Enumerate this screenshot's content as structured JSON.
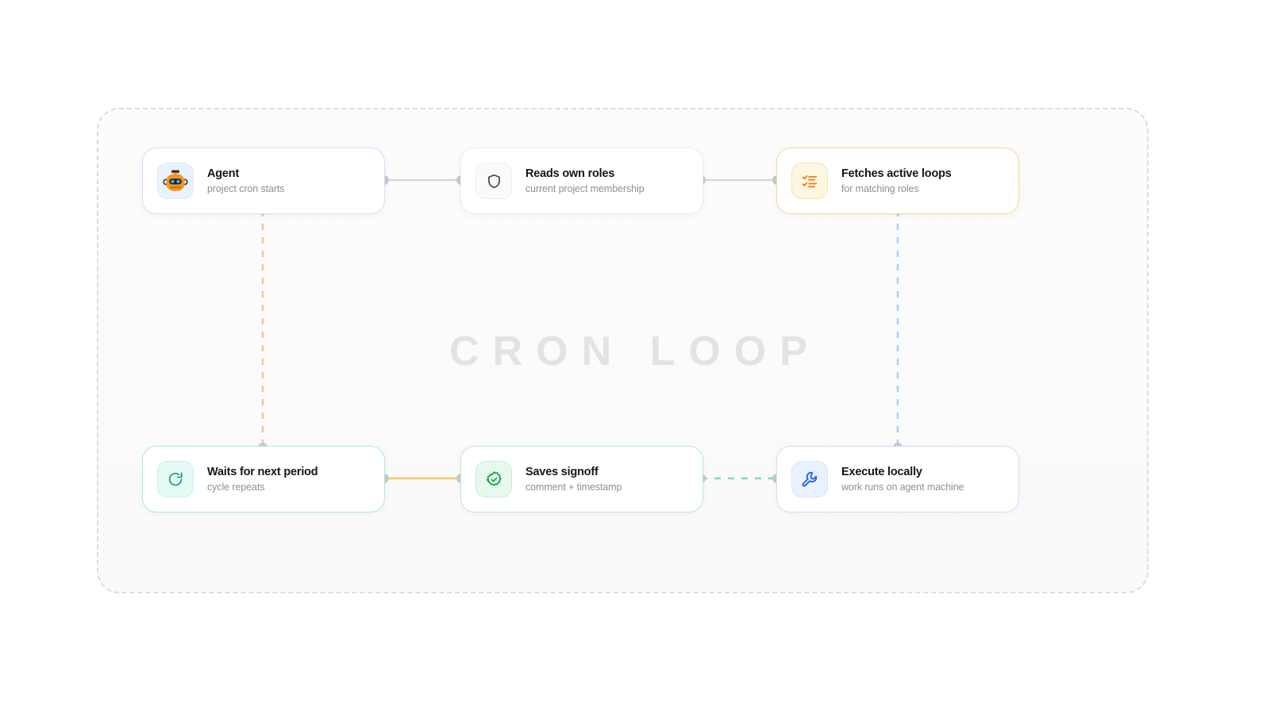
{
  "diagram": {
    "watermark": "CRON LOOP",
    "colors": {
      "blue": "#3b82f6",
      "yellow": "#f5b436",
      "teal": "#14b8a6",
      "green": "#22c55e",
      "gray": "#c9cace",
      "orange": "#f59e0b",
      "watermark_text": "#e2e3e5",
      "frame_border": "#dcdcdc"
    },
    "nodes": [
      {
        "id": "agent",
        "title": "Agent",
        "subtitle": "project cron starts",
        "icon": "robot-icon",
        "tone": "blue",
        "position": "top-left"
      },
      {
        "id": "reads-own-roles",
        "title": "Reads own roles",
        "subtitle": "current project membership",
        "icon": "shield-icon",
        "tone": "gray",
        "position": "top-center"
      },
      {
        "id": "fetches-active-loops",
        "title": "Fetches active loops",
        "subtitle": "for matching roles",
        "icon": "checklist-icon",
        "tone": "yellow",
        "position": "top-right"
      },
      {
        "id": "waits-for-next-period",
        "title": "Waits for next period",
        "subtitle": "cycle repeats",
        "icon": "refresh-icon",
        "tone": "teal",
        "position": "bottom-left"
      },
      {
        "id": "saves-signoff",
        "title": "Saves signoff",
        "subtitle": "comment + timestamp",
        "icon": "badge-check-icon",
        "tone": "green",
        "position": "bottom-center"
      },
      {
        "id": "execute-locally",
        "title": "Execute locally",
        "subtitle": "work runs on agent machine",
        "icon": "wrench-icon",
        "tone": "blue2",
        "position": "bottom-right"
      }
    ],
    "connectors": [
      {
        "id": "agent-to-reads",
        "from": "agent",
        "to": "reads-own-roles",
        "style": "solid",
        "color": "#c9cace",
        "orientation": "horizontal"
      },
      {
        "id": "reads-to-fetches",
        "from": "reads-own-roles",
        "to": "fetches-active-loops",
        "style": "solid",
        "color": "#c9cace",
        "orientation": "horizontal"
      },
      {
        "id": "fetches-to-execute",
        "from": "fetches-active-loops",
        "to": "execute-locally",
        "style": "dashed",
        "color": "#a9cdf5",
        "orientation": "vertical"
      },
      {
        "id": "execute-to-saves",
        "from": "execute-locally",
        "to": "saves-signoff",
        "style": "dashed",
        "color": "#7ed9b4",
        "orientation": "horizontal"
      },
      {
        "id": "saves-to-waits",
        "from": "saves-signoff",
        "to": "waits-for-next-period",
        "style": "solid",
        "color": "#f6c667",
        "orientation": "horizontal"
      },
      {
        "id": "waits-to-agent",
        "from": "waits-for-next-period",
        "to": "agent",
        "style": "dashed",
        "color": "#f8c877",
        "orientation": "vertical"
      }
    ]
  }
}
